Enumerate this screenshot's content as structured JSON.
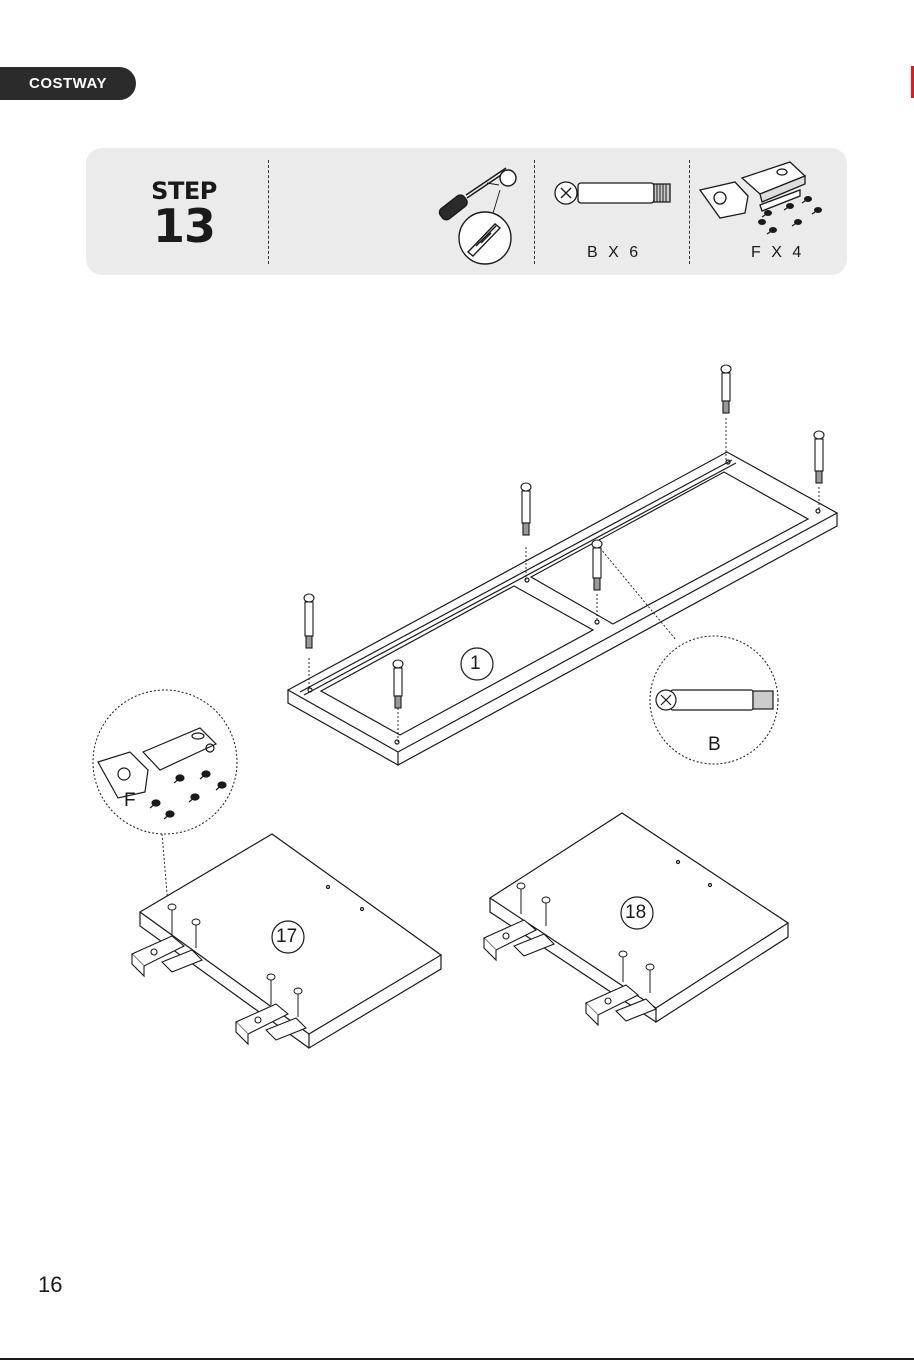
{
  "brand": "COSTWAY",
  "step": {
    "word": "STEP",
    "number": "13"
  },
  "parts": {
    "b_qty": "B X 6",
    "f_qty": "F X 4"
  },
  "labels": {
    "panel_1": "1",
    "callout_b": "B",
    "callout_f": "F",
    "panel_17": "17",
    "panel_18": "18"
  },
  "page_number": "16",
  "colors": {
    "brand_bg": "#2b2b2b",
    "accent": "#d32027",
    "step_bar": "#ebebeb"
  },
  "icons": [
    "screwdriver-icon",
    "cam-bolt-icon",
    "hinge-with-screws-icon"
  ]
}
